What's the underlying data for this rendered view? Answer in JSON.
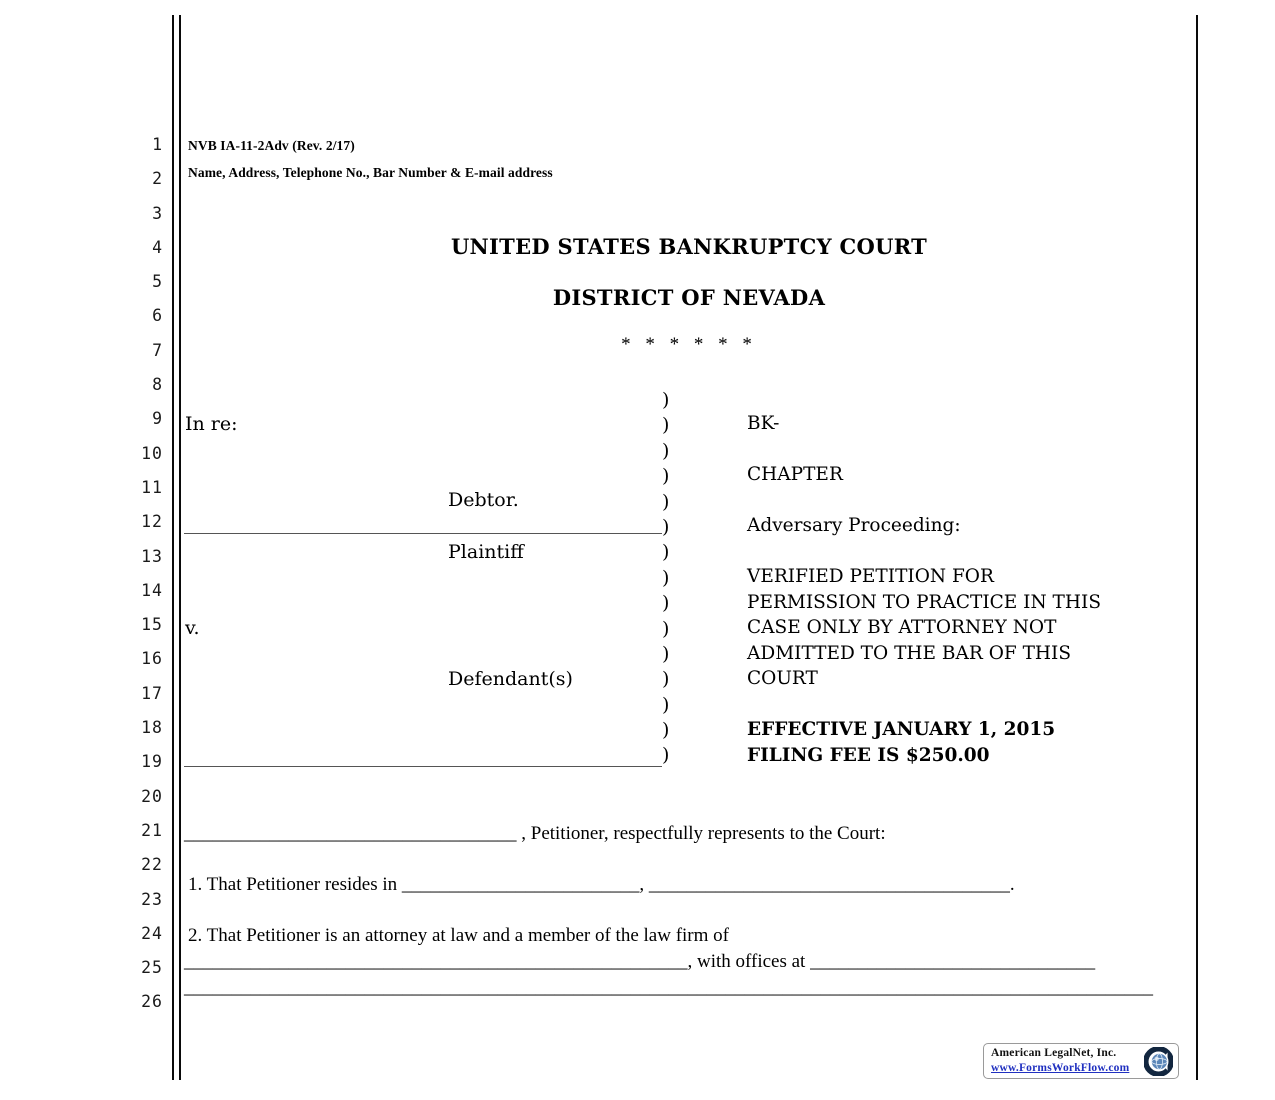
{
  "document": {
    "form_number": "NVB IA-11-2Adv (Rev. 2/17)",
    "attorney_block_prompt": "Name, Address, Telephone No., Bar Number & E-mail address",
    "court_name": "UNITED STATES BANKRUPTCY COURT",
    "district": "DISTRICT OF NEVADA",
    "separator": "* * * * * *"
  },
  "line_numbers": [
    "1",
    "2",
    "3",
    "4",
    "5",
    "6",
    "7",
    "8",
    "9",
    "10",
    "11",
    "12",
    "13",
    "14",
    "15",
    "16",
    "17",
    "18",
    "19",
    "20",
    "21",
    "22",
    "23",
    "24",
    "25",
    "26"
  ],
  "caption": {
    "in_re_label": "In re:",
    "debtor_label": "Debtor.",
    "plaintiff_label": "Plaintiff",
    "versus_label": "v.",
    "defendant_label": "Defendant(s)",
    "paren_glyph": ")",
    "paren_count": 15
  },
  "case_info": {
    "bk_label": "BK-",
    "chapter_label": "CHAPTER",
    "adversary_label": "Adversary Proceeding:",
    "title_line_1": "VERIFIED PETITION FOR",
    "title_line_2": "PERMISSION TO PRACTICE IN THIS",
    "title_line_3": "CASE ONLY BY ATTORNEY NOT",
    "title_line_4": "ADMITTED TO THE BAR OF THIS",
    "title_line_5": "COURT",
    "fee_line_1": "EFFECTIVE JANUARY 1, 2015",
    "fee_line_2": "FILING FEE IS $250.00"
  },
  "body": {
    "petitioner_line": "___________________________________ , Petitioner, respectfully represents to the Court:",
    "item_1": "1.  That Petitioner resides in _________________________, ______________________________________.",
    "item_2": "2.  That Petitioner is an attorney at law and a member of the law firm of",
    "item_2_continued": "_____________________________________________________, with offices at ______________________________",
    "item_2_overflow": "______________________________________________________________________________________________________"
  },
  "footer": {
    "company": "American LegalNet, Inc.",
    "url": "www.FormsWorkFlow.com",
    "logo_icon": "globe-icon",
    "logo_ring_color": "#12263f",
    "logo_globe_color": "#5b86b8"
  }
}
